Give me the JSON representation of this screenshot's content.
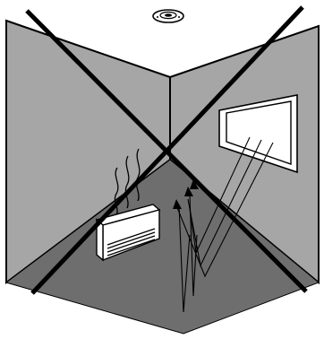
{
  "illustration": {
    "colors": {
      "wall": "#a6a6a6",
      "floor": "#6e6e6e",
      "ceiling": "#ffffff",
      "outline": "#000000",
      "appliance": "#ffffff",
      "cross": "#000000"
    },
    "elements": [
      "ceiling-detector",
      "left-wall",
      "right-wall",
      "floor",
      "heater",
      "heat-waves",
      "window",
      "sunlight-rays",
      "airflow-arrows",
      "cross-out-mark"
    ]
  }
}
